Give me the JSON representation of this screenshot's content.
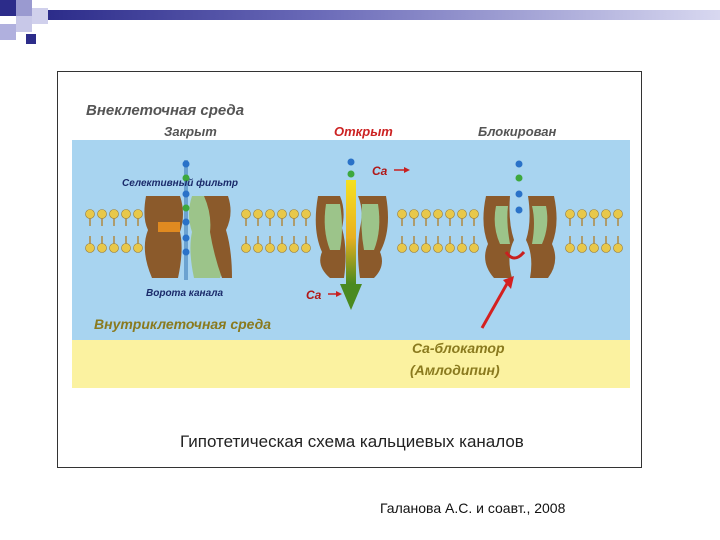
{
  "slide": {
    "caption": "Гипотетическая схема кальциевых каналов",
    "credit": "Галанова А.С. и соавт., 2008"
  },
  "diagram": {
    "extracellular_label": "Внеклеточная среда",
    "intracellular_label": "Внутриклеточная среда",
    "states": {
      "closed": "Закрыт",
      "open": "Открыт",
      "blocked": "Блокирован"
    },
    "selective_filter_label": "Селективный фильтр",
    "gate_label": "Ворота канала",
    "ca_top": "Ca",
    "ca_bottom": "Ca",
    "blocker_line1": "Ca-блокатор",
    "blocker_line2": "(Амлодипин)",
    "colors": {
      "extracellular": "#a8d4f0",
      "intracellular": "#fbf2a0",
      "channel": "#8b5a2b",
      "channel_inner": "#9cc48a",
      "title": "#555555",
      "state_open": "#cc2222",
      "arrow": "#d42020",
      "blocker": "#8a7a1e"
    }
  }
}
